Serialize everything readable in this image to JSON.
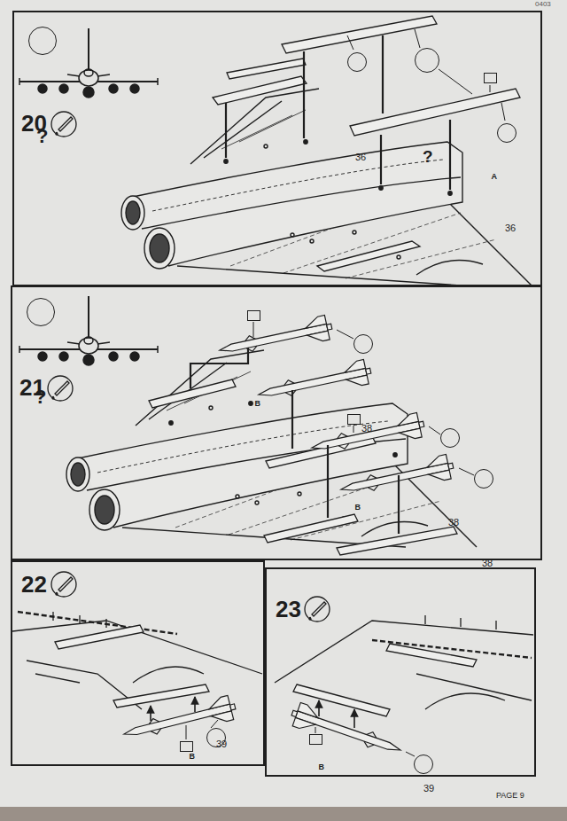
{
  "diagram": {
    "nodes": [
      {
        "text": [
          "20"
        ]
      },
      {
        "text": [
          "?"
        ],
        "in": 0
      },
      {
        "text": [
          "36"
        ],
        "in": 0
      },
      {
        "text": [
          "?"
        ],
        "in": 0
      },
      {
        "text": [
          "A"
        ],
        "in": 0
      },
      {
        "text": [
          "36"
        ],
        "in": 0
      },
      {
        "text": [
          "21"
        ]
      },
      {
        "text": [
          "?"
        ],
        "in": 6
      },
      {
        "text": [
          "B"
        ],
        "in": 6
      },
      {
        "text": [
          "38"
        ],
        "in": 6
      },
      {
        "text": [
          "B"
        ],
        "in": 6
      },
      {
        "text": [
          "38"
        ],
        "in": 6
      },
      {
        "text": [
          "38"
        ],
        "in": 6
      },
      {
        "text": [
          "22"
        ]
      },
      {
        "text": [
          "39"
        ],
        "in": 13
      },
      {
        "text": [
          "B"
        ],
        "in": 13
      },
      {
        "text": [
          "23"
        ]
      },
      {
        "text": [
          "B"
        ],
        "in": 16
      },
      {
        "text": [
          "39"
        ],
        "in": 16
      }
    ],
    "labels": [
      "0403",
      "PAGE 9"
    ]
  }
}
